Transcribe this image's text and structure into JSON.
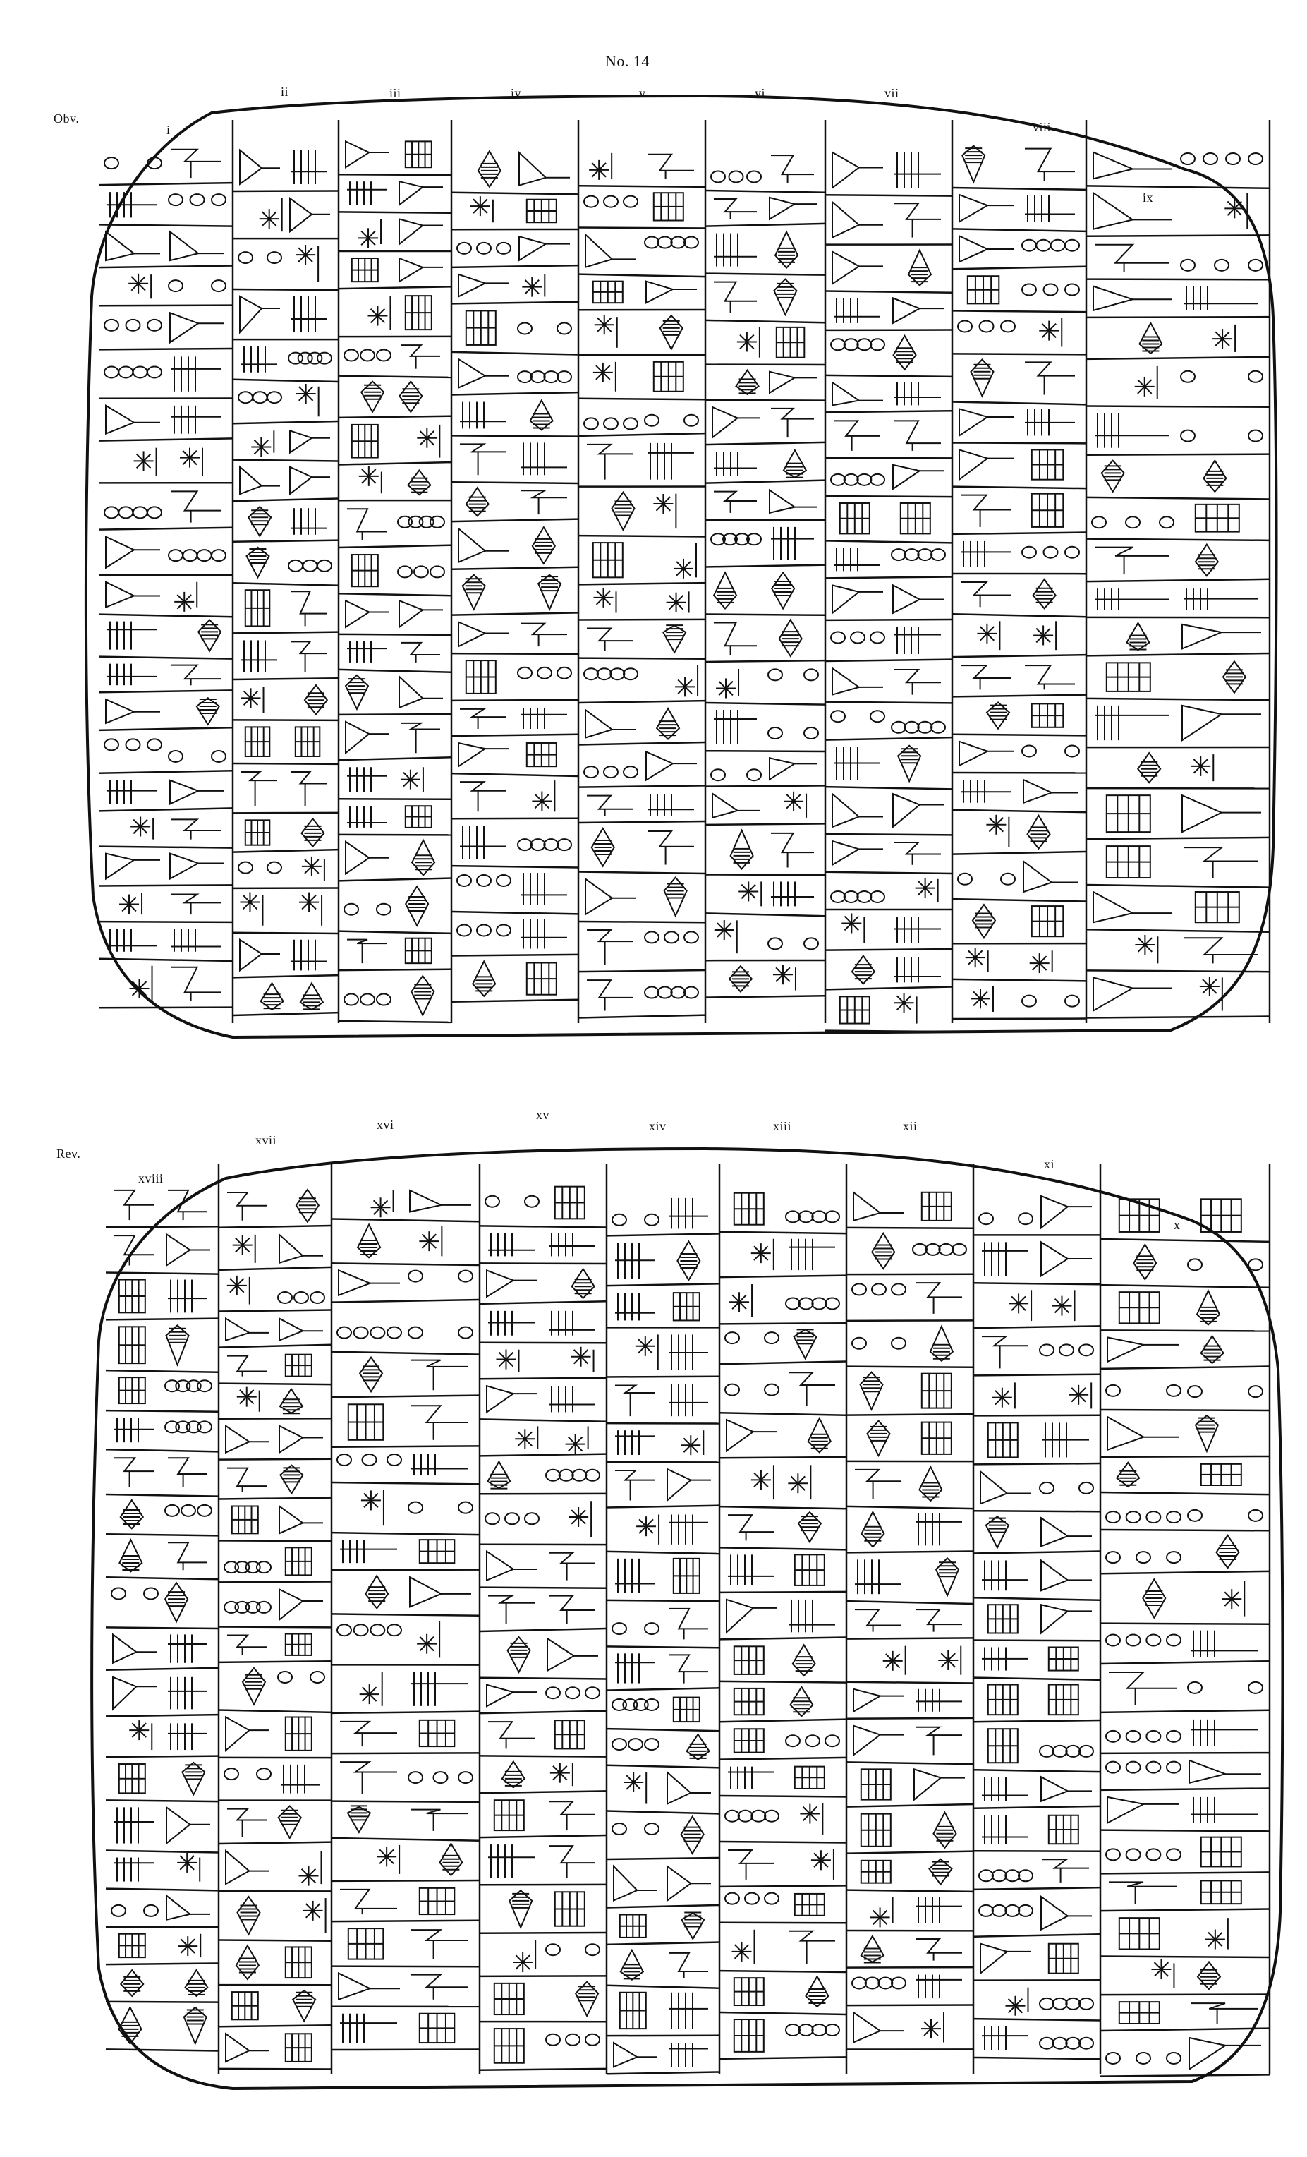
{
  "plate": {
    "title": "No. 14"
  },
  "obverse": {
    "side_label": "Obv.",
    "columns": [
      "i",
      "ii",
      "iii",
      "iv",
      "v",
      "vi",
      "vii",
      "viii",
      "ix"
    ]
  },
  "reverse": {
    "side_label": "Rev.",
    "columns": [
      "xviii",
      "xvii",
      "xvi",
      "xv",
      "xiv",
      "xiii",
      "xii",
      "xi",
      "x"
    ]
  },
  "colors": {
    "ink": "#111111",
    "paper": "#ffffff"
  }
}
